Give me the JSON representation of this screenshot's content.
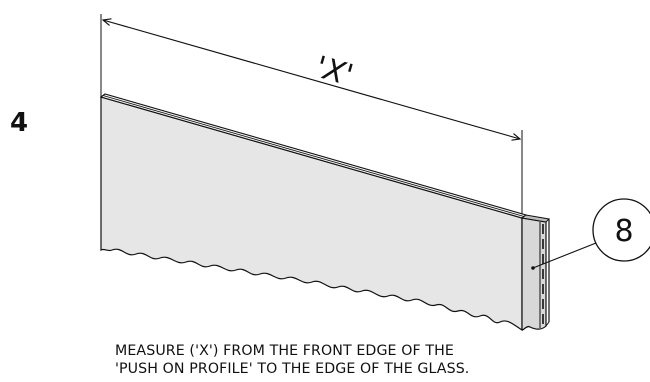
{
  "step_number": "4",
  "dimension_label": "'X'",
  "callout_number": "8",
  "instructions": {
    "line1": "MEASURE ('X') FROM THE FRONT EDGE OF THE",
    "line2": "'PUSH ON PROFILE' TO THE EDGE OF THE GLASS."
  },
  "colors": {
    "glass_fill": "#e6e6e6",
    "profile_fill": "#d8d8d8",
    "line": "#111111"
  }
}
